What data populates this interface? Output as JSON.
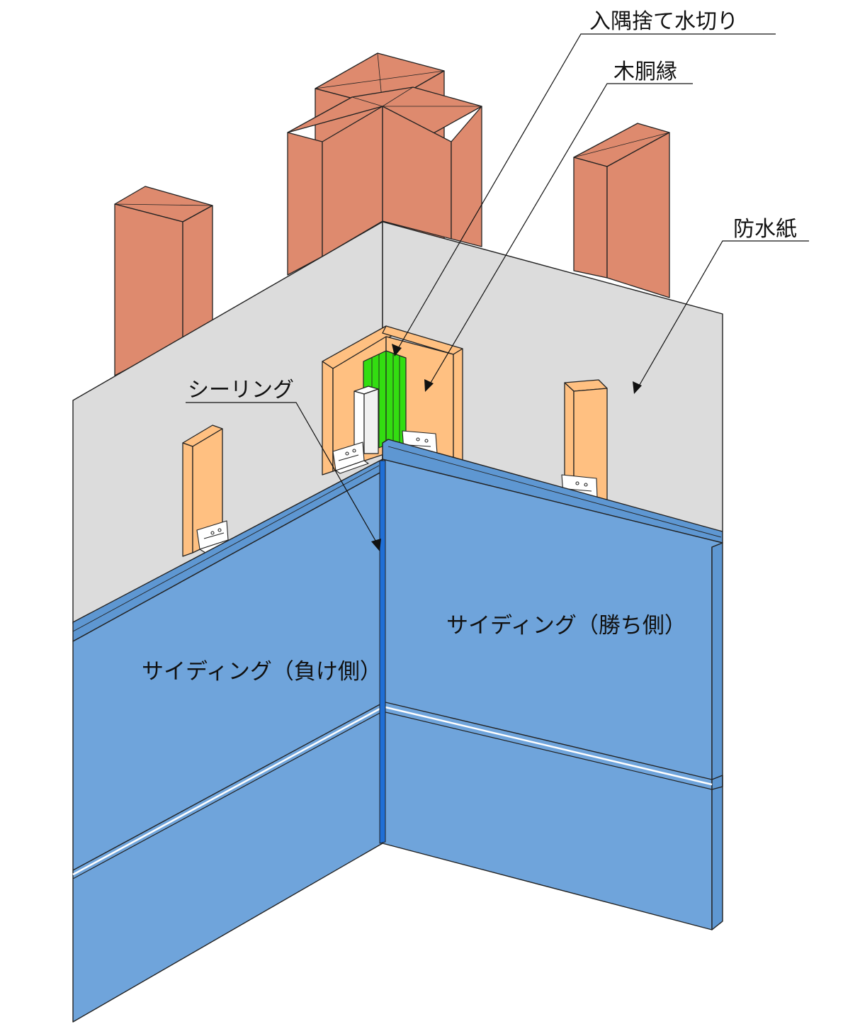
{
  "labels": {
    "flashing": "入隅捨て水切り",
    "furring": "木胴縁",
    "waterproof_paper": "防水紙",
    "sealing": "シーリング",
    "siding_winning": "サイディング（勝ち側）",
    "siding_losing": "サイディング（負け側）"
  },
  "colors": {
    "timber": "#DE8A6E",
    "furring": "#FFC081",
    "paper": "#DCDCDC",
    "siding": "#6FA4DB",
    "flashing": "#33DD11",
    "sealant": "#1F6FD6",
    "outline": "#222222"
  }
}
